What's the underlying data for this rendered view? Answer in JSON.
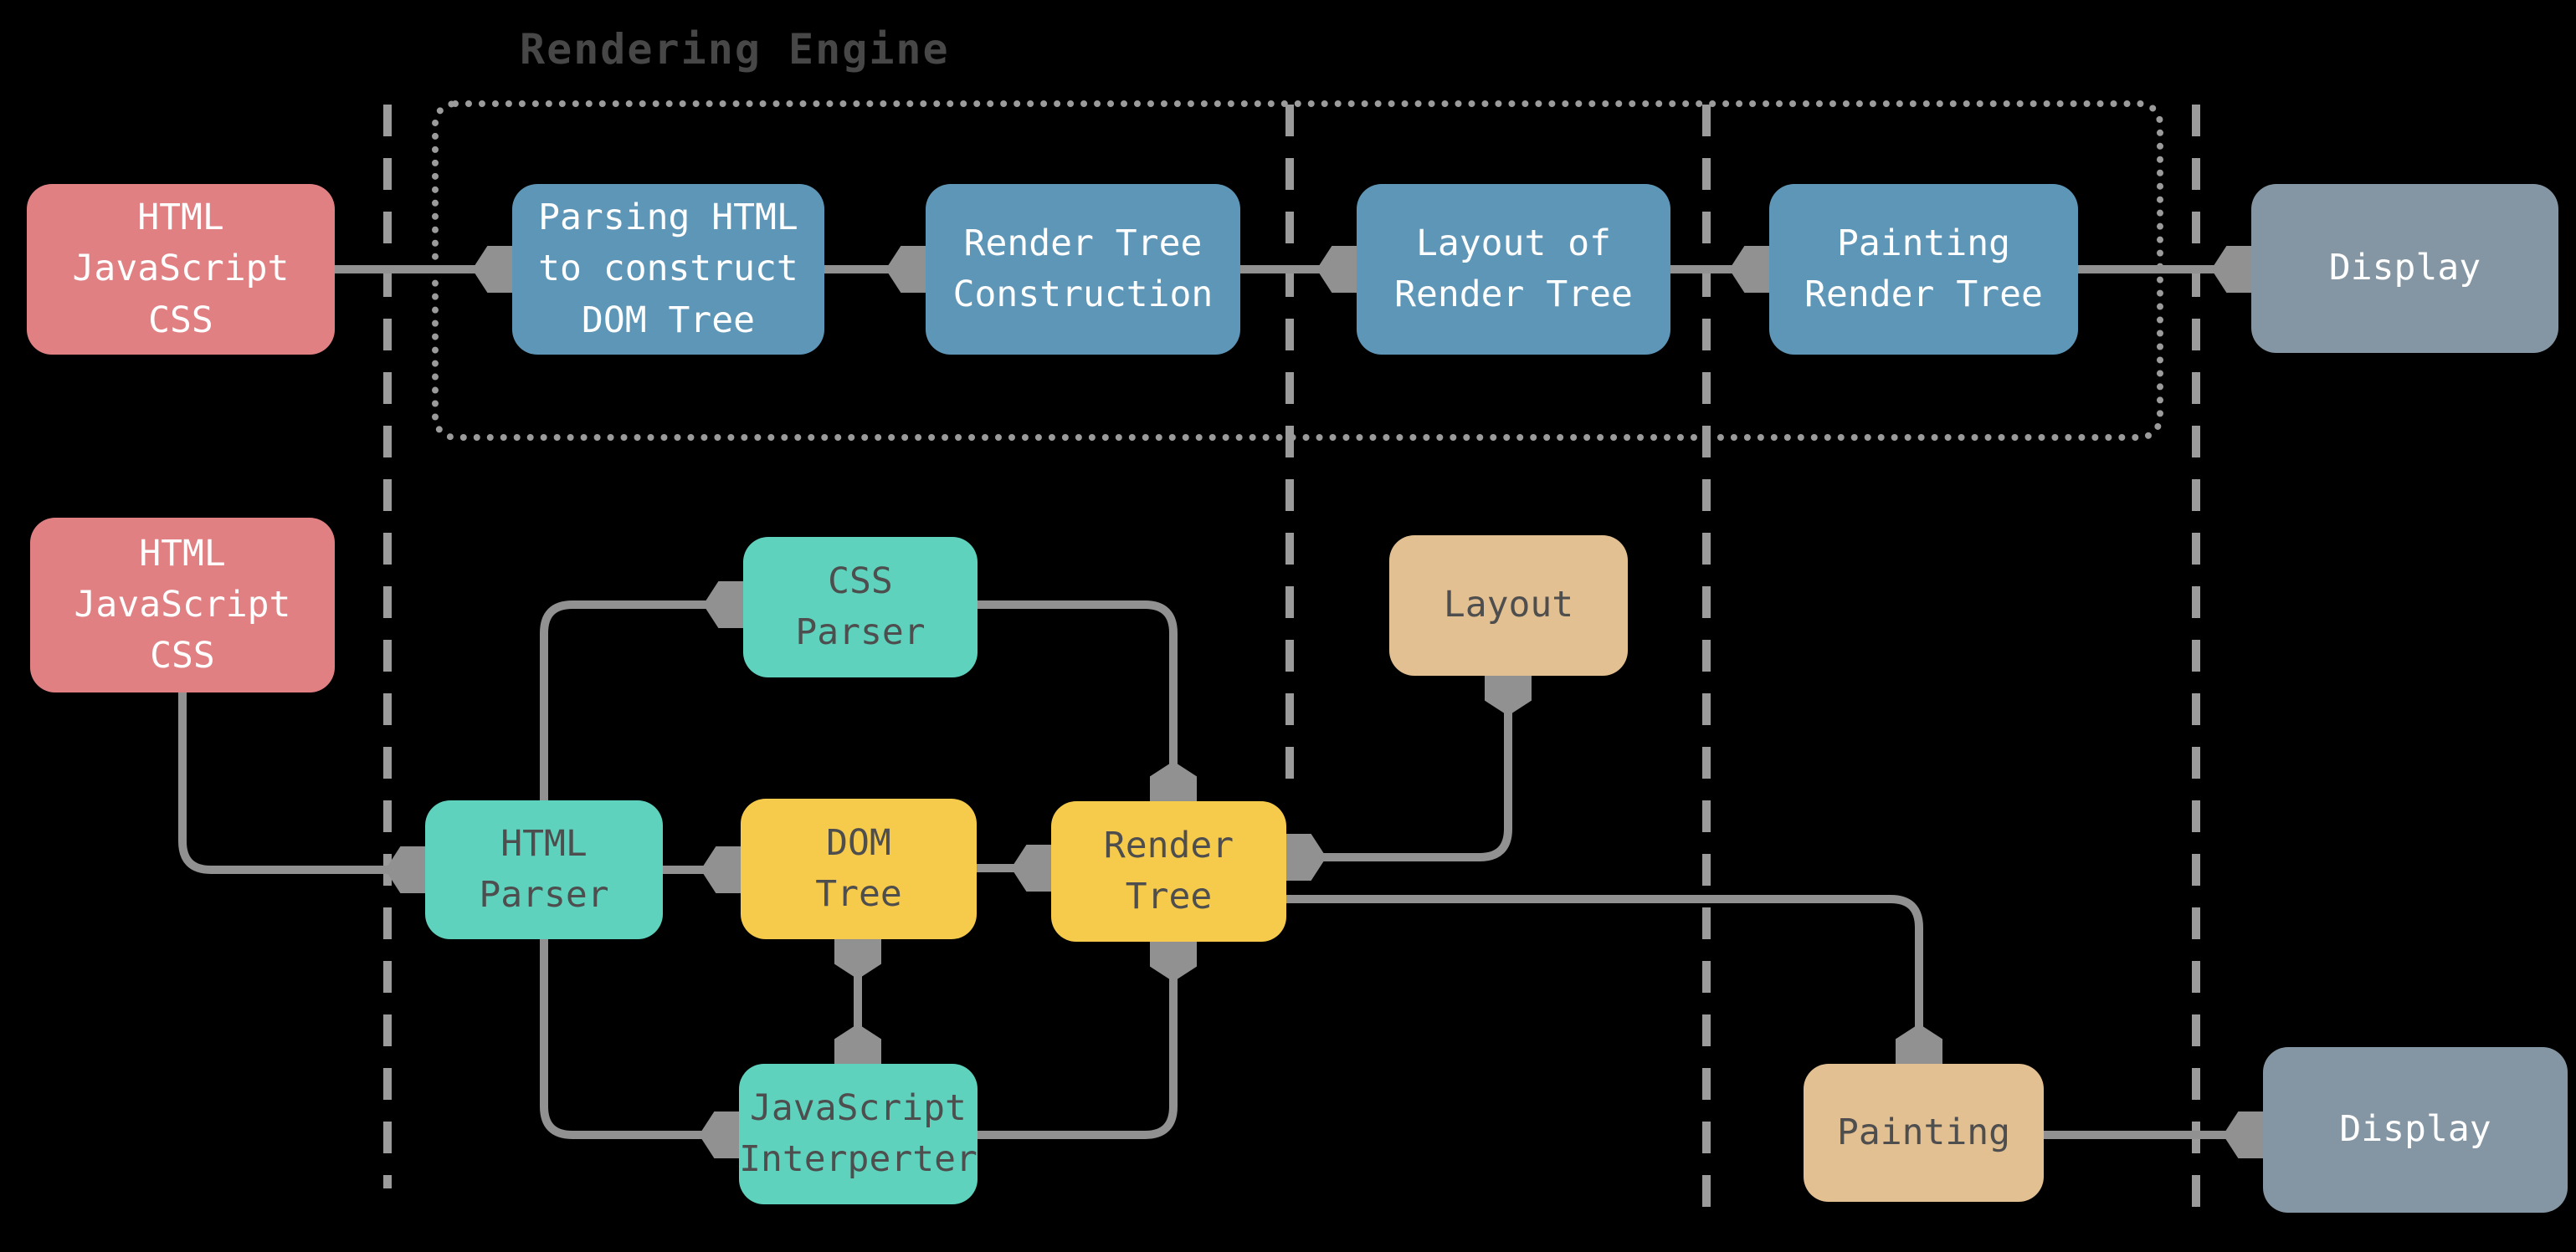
{
  "title": "Rendering Engine",
  "colors": {
    "source_red": "#e08082",
    "process_blue": "#5e96b8",
    "display_slate": "#8496a3",
    "parser_teal": "#5ed2bd",
    "tree_yellow": "#f6ca4b",
    "stage_tan": "#e2c092",
    "line_gray": "#919191",
    "dash_gray": "#9b9b9b",
    "title_gray": "#474747",
    "dark_text": "#4e4e4e",
    "light_text": "#ffffff",
    "background": "#000000"
  },
  "nodes": {
    "source_top": {
      "label": "HTML\nJavaScript\nCSS"
    },
    "parsing_html": {
      "label": "Parsing HTML\nto construct\nDOM Tree"
    },
    "render_tree_construction": {
      "label": "Render Tree\nConstruction"
    },
    "layout_of_render_tree": {
      "label": "Layout of\nRender Tree"
    },
    "painting_render_tree": {
      "label": "Painting\nRender Tree"
    },
    "display_top": {
      "label": "Display"
    },
    "source_bottom": {
      "label": "HTML\nJavaScript\nCSS"
    },
    "css_parser": {
      "label": "CSS\nParser"
    },
    "html_parser": {
      "label": "HTML\nParser"
    },
    "dom_tree": {
      "label": "DOM\nTree"
    },
    "render_tree": {
      "label": "Render\nTree"
    },
    "js_interpreter": {
      "label": "JavaScript\nInterperter"
    },
    "layout": {
      "label": "Layout"
    },
    "painting": {
      "label": "Painting"
    },
    "display_bottom": {
      "label": "Display"
    }
  },
  "edges": [
    {
      "from": "source_top",
      "to": "parsing_html",
      "type": "arrow"
    },
    {
      "from": "parsing_html",
      "to": "render_tree_construction",
      "type": "arrow"
    },
    {
      "from": "render_tree_construction",
      "to": "layout_of_render_tree",
      "type": "arrow"
    },
    {
      "from": "layout_of_render_tree",
      "to": "painting_render_tree",
      "type": "arrow"
    },
    {
      "from": "painting_render_tree",
      "to": "display_top",
      "type": "arrow"
    },
    {
      "from": "source_bottom",
      "to": "html_parser",
      "type": "arrow"
    },
    {
      "from": "html_parser",
      "to": "css_parser",
      "type": "arrow"
    },
    {
      "from": "html_parser",
      "to": "dom_tree",
      "type": "arrow"
    },
    {
      "from": "html_parser",
      "to": "js_interpreter",
      "type": "arrow"
    },
    {
      "from": "dom_tree",
      "to": "render_tree",
      "type": "arrow"
    },
    {
      "from": "css_parser",
      "to": "render_tree",
      "type": "arrow"
    },
    {
      "from": "js_interpreter",
      "to": "render_tree",
      "type": "arrow"
    },
    {
      "from": "dom_tree",
      "to": "js_interpreter",
      "type": "double-arrow"
    },
    {
      "from": "render_tree",
      "to": "layout",
      "type": "double-arrow"
    },
    {
      "from": "render_tree",
      "to": "painting",
      "type": "arrow"
    },
    {
      "from": "painting",
      "to": "display_bottom",
      "type": "arrow"
    }
  ]
}
